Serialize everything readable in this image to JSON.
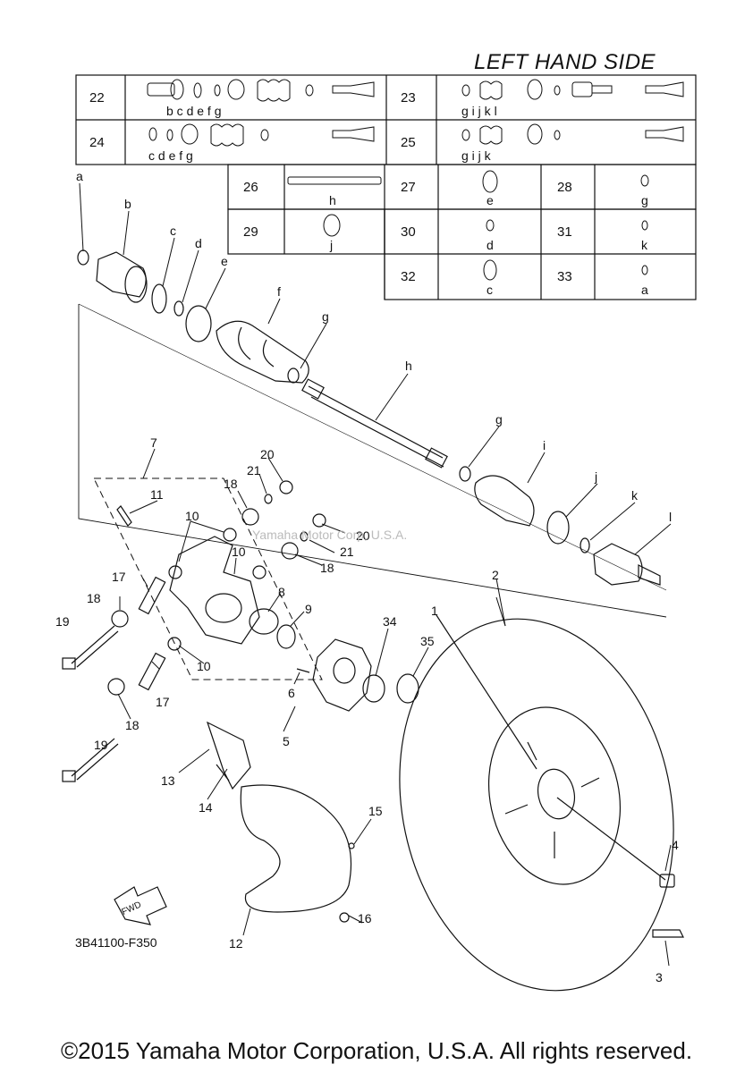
{
  "header": {
    "title": "LEFT HAND SIDE"
  },
  "part_table": [
    {
      "ref": "22",
      "letters": "b  c d  e  f  g"
    },
    {
      "ref": "23",
      "letters": "g  i  j  k  l"
    },
    {
      "ref": "24",
      "letters": "c d  e  f  g"
    },
    {
      "ref": "25",
      "letters": "g  i  j  k"
    },
    {
      "ref": "26",
      "letters": "h"
    },
    {
      "ref": "27",
      "letters": "e"
    },
    {
      "ref": "28",
      "letters": "g"
    },
    {
      "ref": "29",
      "letters": "j"
    },
    {
      "ref": "30",
      "letters": "d"
    },
    {
      "ref": "31",
      "letters": "k"
    },
    {
      "ref": "32",
      "letters": "c"
    },
    {
      "ref": "33",
      "letters": "a"
    }
  ],
  "callouts": {
    "a": "a",
    "b": "b",
    "c": "c",
    "d": "d",
    "e": "e",
    "f": "f",
    "g1": "g",
    "h": "h",
    "g2": "g",
    "i": "i",
    "j": "j",
    "k": "k",
    "l": "l",
    "n1": "1",
    "n2": "2",
    "n3": "3",
    "n4": "4",
    "n5": "5",
    "n6": "6",
    "n7": "7",
    "n8": "8",
    "n9": "9",
    "n10a": "10",
    "n10b": "10",
    "n10c": "10",
    "n11": "11",
    "n12": "12",
    "n13": "13",
    "n14": "14",
    "n15": "15",
    "n16": "16",
    "n17a": "17",
    "n17b": "17",
    "n18a": "18",
    "n18b": "18",
    "n18c": "18",
    "n18d": "18",
    "n19a": "19",
    "n19b": "19",
    "n20a": "20",
    "n20b": "20",
    "n21a": "21",
    "n21b": "21",
    "n34": "34",
    "n35": "35"
  },
  "fwd_label": "FWD",
  "diagram_code": "3B41100-F350",
  "copyright": "©2015 Yamaha Motor Corporation, U.S.A. All rights reserved.",
  "watermark": "Yamaha Motor Corp, U.S.A."
}
